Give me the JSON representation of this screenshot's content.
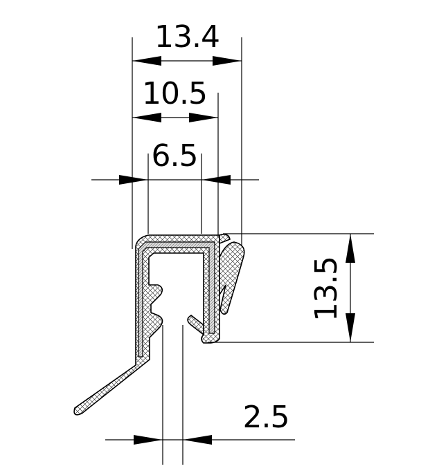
{
  "drawing": {
    "subject": "seal profile cross-section",
    "dimensions": {
      "overall_width": "13.4",
      "inner_reach": "10.5",
      "channel_width": "6.5",
      "height": "13.5",
      "gap": "2.5"
    },
    "units_note": ""
  }
}
